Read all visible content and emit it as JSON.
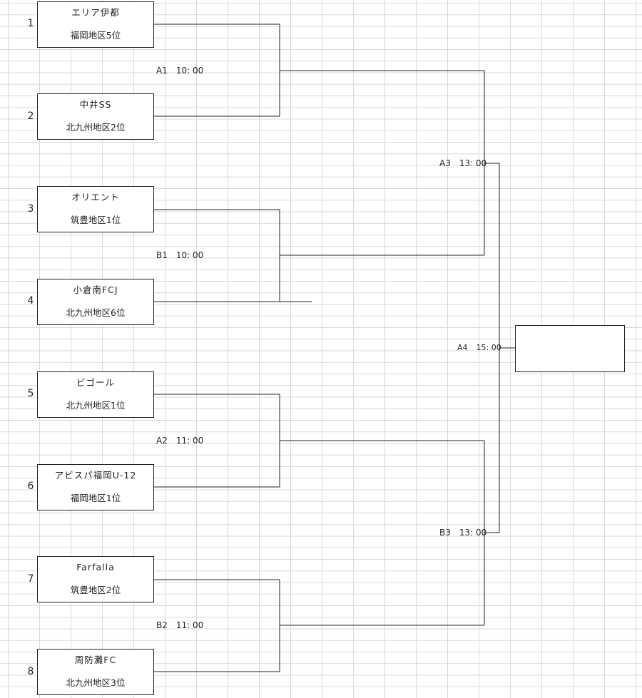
{
  "teams": [
    {
      "seed": "1",
      "name": "エリア伊都",
      "sub": "福岡地区5位"
    },
    {
      "seed": "2",
      "name": "中井SS",
      "sub": "北九州地区2位"
    },
    {
      "seed": "3",
      "name": "オリエント",
      "sub": "筑豊地区1位"
    },
    {
      "seed": "4",
      "name": "小倉南FCJ",
      "sub": "北九州地区6位"
    },
    {
      "seed": "5",
      "name": "ビゴール",
      "sub": "北九州地区1位"
    },
    {
      "seed": "6",
      "name": "アビスパ福岡U-12",
      "sub": "福岡地区1位"
    },
    {
      "seed": "7",
      "name": "Farfalla",
      "sub": "筑豊地区2位"
    },
    {
      "seed": "8",
      "name": "周防灘FC",
      "sub": "北九州地区3位"
    }
  ],
  "matches": {
    "A1": {
      "code": "A1",
      "time": "10: 00"
    },
    "B1": {
      "code": "B1",
      "time": "10: 00"
    },
    "A2": {
      "code": "A2",
      "time": "11: 00"
    },
    "B2": {
      "code": "B2",
      "time": "11: 00"
    },
    "A3": {
      "code": "A3",
      "time": "13: 00"
    },
    "B3": {
      "code": "B3",
      "time": "13: 00"
    },
    "A4": {
      "code": "A4",
      "time": "15: 00"
    }
  },
  "colors": {
    "line": "#222222",
    "grid": "#d8d8d8"
  }
}
